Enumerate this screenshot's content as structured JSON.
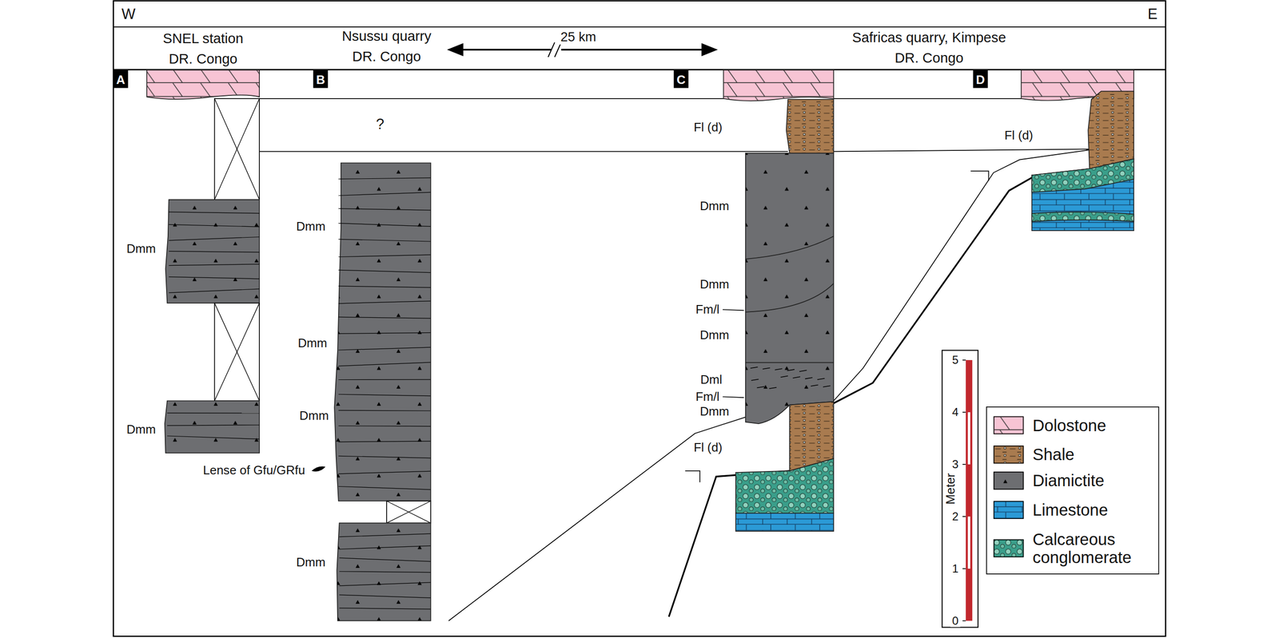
{
  "diagram": {
    "nodes": [
      {
        "text": [
          "A"
        ]
      },
      {
        "text": [
          "B"
        ]
      },
      {
        "text": [
          "C"
        ]
      },
      {
        "text": [
          "D"
        ]
      }
    ],
    "labels": [
      "W",
      "E",
      "SNEL station",
      "DR. Congo",
      "Nsussu quarry",
      "DR. Congo",
      "25 km",
      "Safricas quarry, Kimpese",
      "DR. Congo",
      "?",
      "Dmm",
      "Dmm",
      "Dmm",
      "Dmm",
      "Dmm",
      "Lense of Gfu/GRfu",
      "Dmm",
      "Fl (d)",
      "Dmm",
      "Dmm",
      "Fm/l",
      "Dmm",
      "Dml",
      "Fm/l",
      "Dmm",
      "Fl (d)",
      "Fl (d)",
      "Meter",
      "0",
      "1",
      "2",
      "3",
      "4",
      "5"
    ],
    "legend": [
      {
        "text": "Dolostone",
        "color": "#f7c4d4"
      },
      {
        "text": "Shale",
        "color": "#a97b4f"
      },
      {
        "text": "Diamictite",
        "color": "#6d6e71"
      },
      {
        "text": "Limestone",
        "color": "#2b9ad6"
      },
      {
        "text": "Calcareous conglomerate",
        "color": "#3a9e8a"
      }
    ]
  }
}
